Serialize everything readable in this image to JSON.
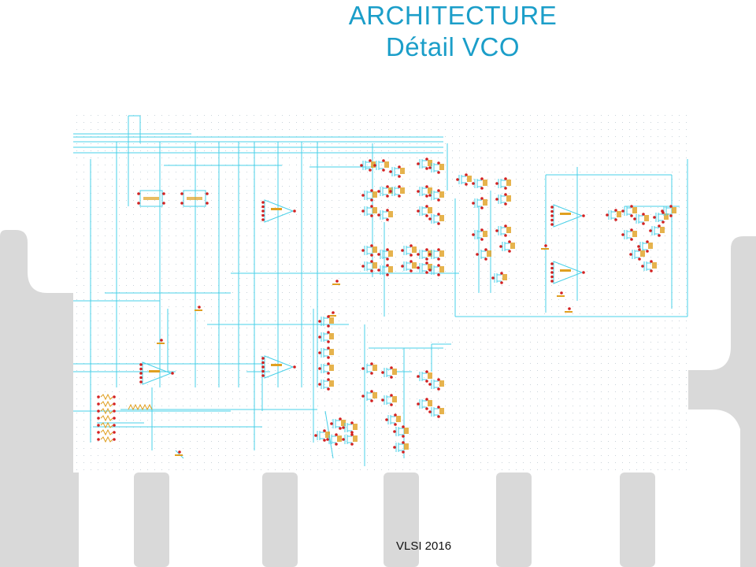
{
  "slide": {
    "title_line1": "ARCHITECTURE",
    "title_line2": "Détail VCO",
    "footer": "VLSI 2016"
  },
  "colors": {
    "title": "#1b9ec9",
    "wire": "#48d0e8",
    "component": "#e0a020",
    "node": "#d42020",
    "background_decor": "#d9d9d9"
  },
  "schematic": {
    "description_blocks": [
      "operational amplifiers",
      "transistor arrays",
      "current mirrors",
      "logic blocks",
      "resistor bank"
    ]
  }
}
